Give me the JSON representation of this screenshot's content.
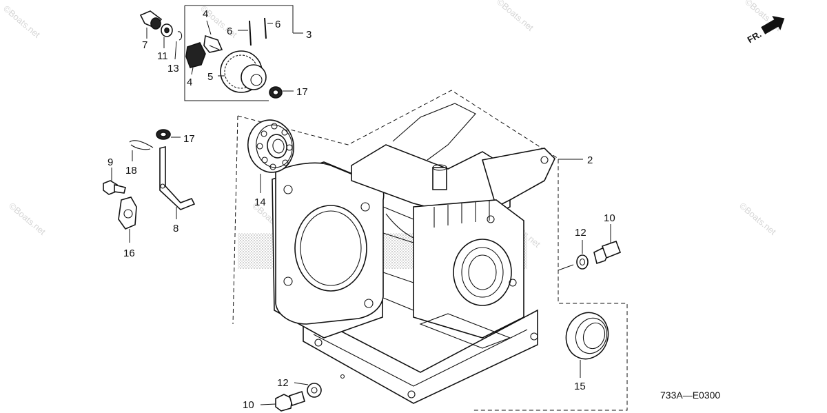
{
  "diagram": {
    "code": "733A—E0300",
    "front_marker": "FR.",
    "watermark": "©Boats.net",
    "callouts": {
      "c7": "7",
      "c11": "11",
      "c13": "13",
      "c4a": "4",
      "c4b": "4",
      "c6a": "6",
      "c6b": "6",
      "c3": "3",
      "c5": "5",
      "c17a": "17",
      "c17b": "17",
      "c9": "9",
      "c18": "18",
      "c8": "8",
      "c16": "16",
      "c14": "14",
      "c2": "2",
      "c12a": "12",
      "c10a": "10",
      "c15": "15",
      "c12b": "12",
      "c10b": "10"
    }
  }
}
